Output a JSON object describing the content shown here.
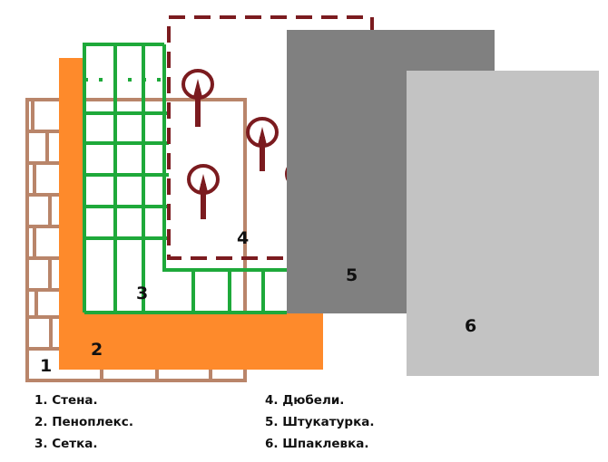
{
  "layers": {
    "wall": {
      "number": "1",
      "color": "#b9856a"
    },
    "foam": {
      "number": "2",
      "color": "#fe8a2b"
    },
    "mesh": {
      "number": "3",
      "color": "#1ea93a"
    },
    "dowels": {
      "number": "4",
      "color": "#7b1b1f"
    },
    "plaster": {
      "number": "5",
      "color": "#808080"
    },
    "putty": {
      "number": "6",
      "color": "#c3c3c3"
    }
  },
  "legend": {
    "left": [
      "1. Стена.",
      "2. Пеноплекс.",
      "3. Сетка."
    ],
    "right": [
      "4. Дюбели.",
      "5. Штукатурка.",
      "6. Шпаклевка."
    ]
  }
}
